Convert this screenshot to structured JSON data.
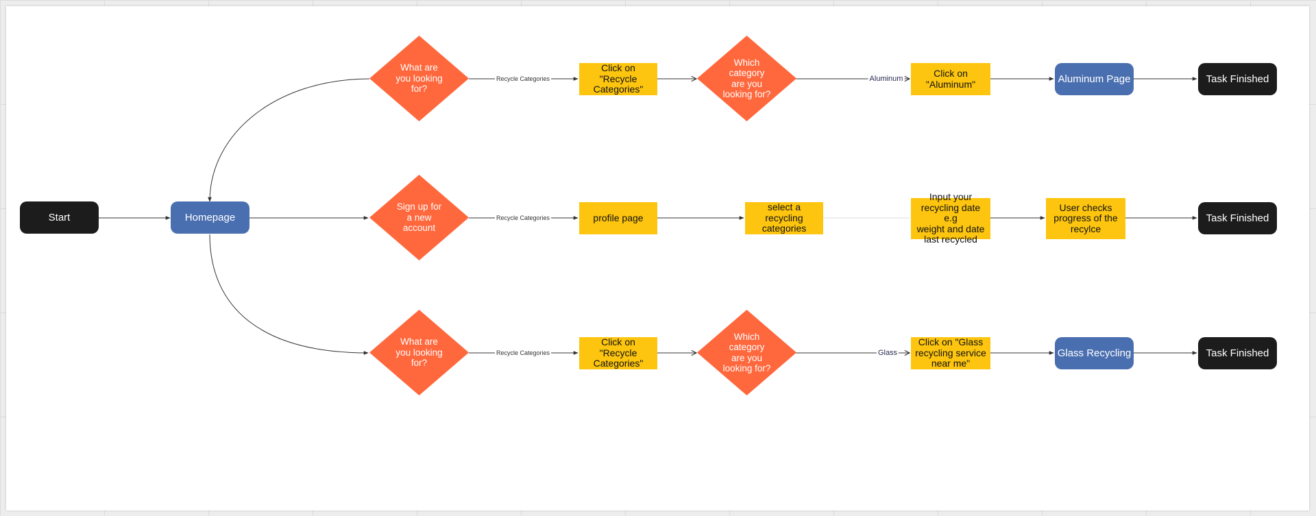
{
  "colors": {
    "terminal": "#1c1c1c",
    "page": "#4a6fb0",
    "decision": "#ff673c",
    "process": "#fdc50f",
    "edge": "#333333"
  },
  "nodes": {
    "start": "Start",
    "homepage": "Homepage",
    "top_decision": "What are\nyou looking\nfor?",
    "top_click_categories": "Click on \"Recycle\nCategories\"",
    "top_which_category": "Which\ncategory\nare you\nlooking for?",
    "top_click_aluminum": "Click on\n\"Aluminum\"",
    "aluminum_page": "Aluminum Page",
    "top_finished": "Task Finished",
    "mid_decision": "Sign up for\na new\naccount",
    "profile_page": "profile page",
    "select_category": "select a recycling\ncategories",
    "input_date": "Input your\nrecycling date e.g\nweight and date\nlast recycled",
    "check_progress": "User checks\nprogress of the\nrecylce",
    "mid_finished": "Task Finished",
    "bot_decision": "What are\nyou looking\nfor?",
    "bot_click_categories": "Click on \"Recycle\nCategories\"",
    "bot_which_category": "Which\ncategory\nare you\nlooking for?",
    "bot_click_glass": "Click on \"Glass\nrecycling service\nnear me\"",
    "glass_page": "Glass Recycling",
    "bot_finished": "Task Finished"
  },
  "edge_labels": {
    "top_recycle": "Recycle Categories",
    "mid_recycle": "Recycle Categories",
    "bot_recycle": "Recycle Categories",
    "aluminum": "Aluminum",
    "glass": "Glass"
  }
}
